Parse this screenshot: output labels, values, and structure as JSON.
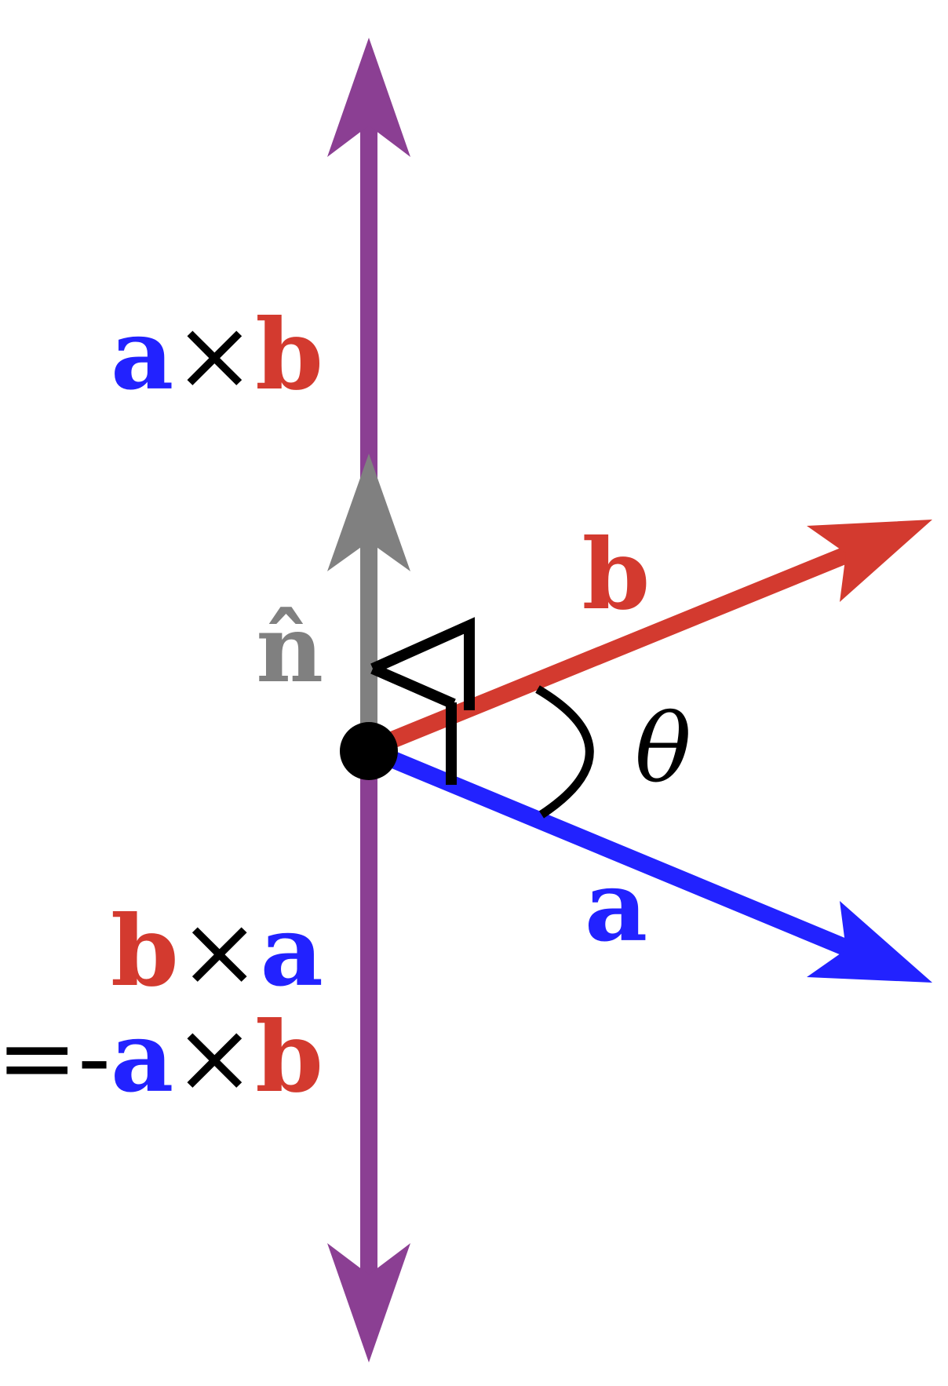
{
  "colors": {
    "cross_axis": "#8b3f93",
    "normal": "#808080",
    "vector_a": "#2222ff",
    "vector_b": "#d33a2f",
    "marks": "#000000"
  },
  "labels": {
    "axb": {
      "a": "a",
      "times": "×",
      "b": "b"
    },
    "bxa": {
      "b": "b",
      "times": "×",
      "a": "a"
    },
    "neg": {
      "eq": "=-",
      "a": "a",
      "times": "×",
      "b": "b"
    },
    "n_hat": "n̂",
    "vec_a": "a",
    "vec_b": "b",
    "theta": "θ"
  }
}
